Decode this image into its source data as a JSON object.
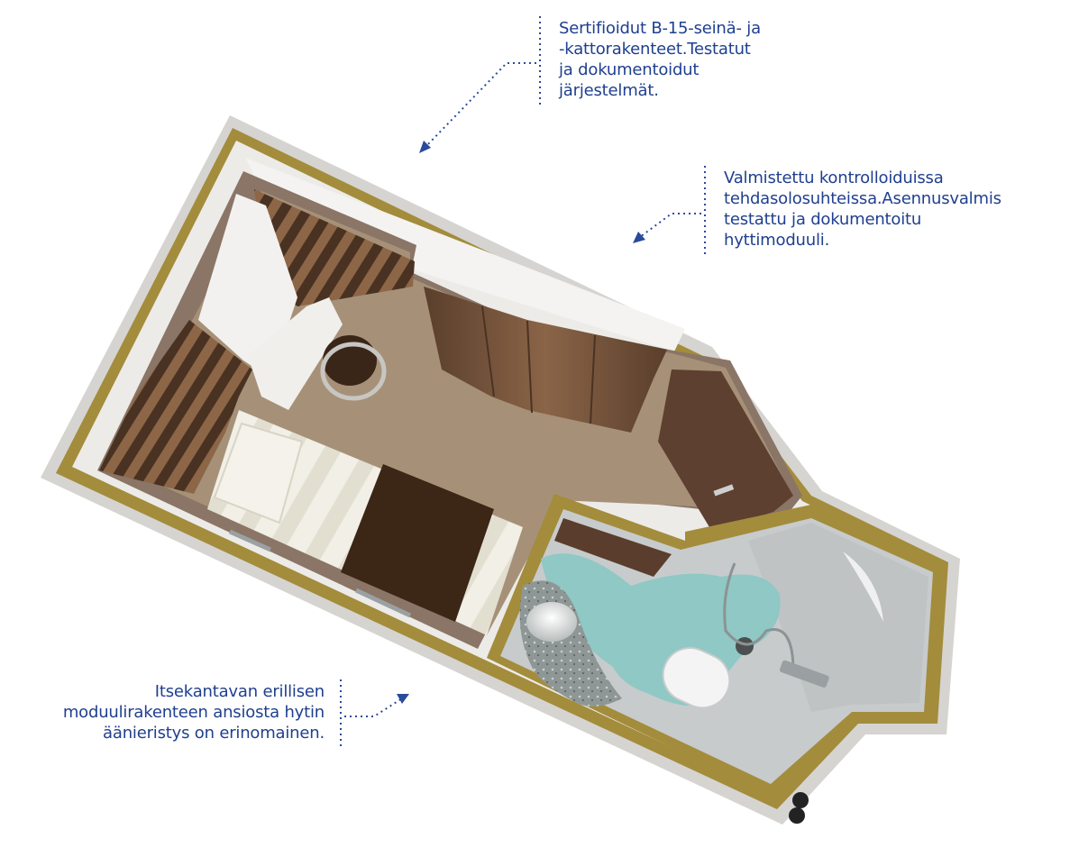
{
  "callouts": {
    "top": {
      "lines": [
        "Sertifioidut B-15-seinä- ja",
        "-kattorakenteet.Testatut",
        "ja dokumentoidut",
        "järjestelmät."
      ]
    },
    "mid": {
      "lines": [
        "Valmistettu kontrolloiduissa",
        "tehdasolosuhteissa.Asennusvalmis",
        "testattu ja dokumentoitu",
        "hyttimoduuli."
      ]
    },
    "bottom": {
      "lines": [
        "Itsekantavan erillisen",
        "moduulirakenteen ansiosta hytin",
        "äänieristys on erinomainen."
      ]
    }
  },
  "colors": {
    "callout_text": "#1f3f8f",
    "callout_line": "#2a4a9a",
    "wall_outer": "#d4d2cf",
    "wall_gold": "#a08a3a",
    "floor": "#a59279",
    "wood": "#6e4f38",
    "bath_teal": "#8fc8c4"
  }
}
